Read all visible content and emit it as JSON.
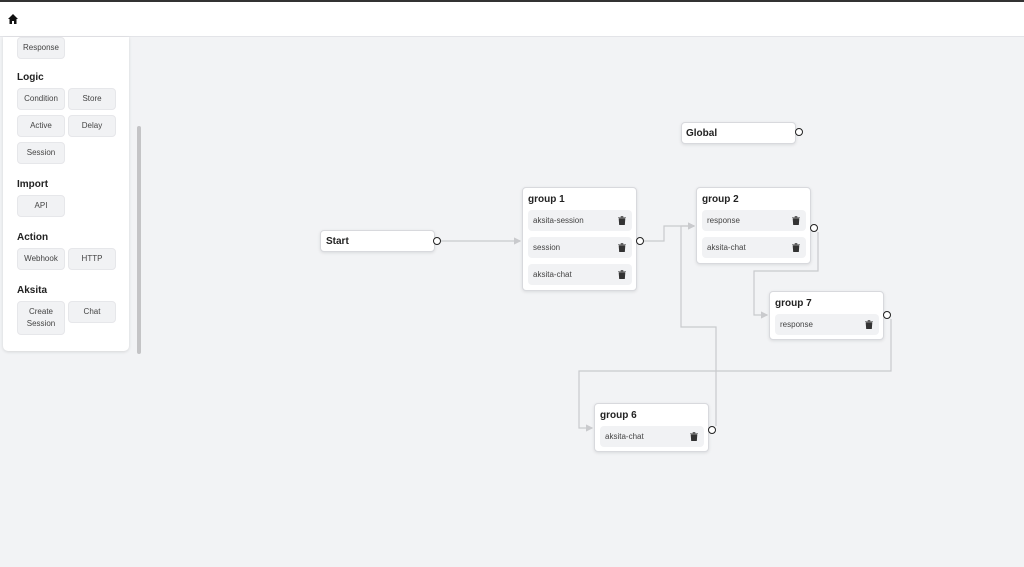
{
  "topbar": {
    "home_icon": "home-icon"
  },
  "sidebar": {
    "top_item": "Response",
    "sections": [
      {
        "title": "Logic",
        "items": [
          "Condition",
          "Store",
          "Active",
          "Delay",
          "Session"
        ]
      },
      {
        "title": "Import",
        "items": [
          "API"
        ]
      },
      {
        "title": "Action",
        "items": [
          "Webhook",
          "HTTP"
        ]
      },
      {
        "title": "Aksita",
        "items": [
          "Create Session",
          "Chat"
        ]
      }
    ]
  },
  "canvas": {
    "start": {
      "title": "Start"
    },
    "global": {
      "title": "Global"
    },
    "groups": [
      {
        "title": "group 1",
        "items": [
          "aksita-session",
          "session",
          "aksita-chat"
        ]
      },
      {
        "title": "group 2",
        "items": [
          "response",
          "aksita-chat"
        ]
      },
      {
        "title": "group 7",
        "items": [
          "response"
        ]
      },
      {
        "title": "group 6",
        "items": [
          "aksita-chat"
        ]
      }
    ]
  },
  "colors": {
    "edge": "#c9cacd",
    "canvas": "#f2f3f5"
  }
}
